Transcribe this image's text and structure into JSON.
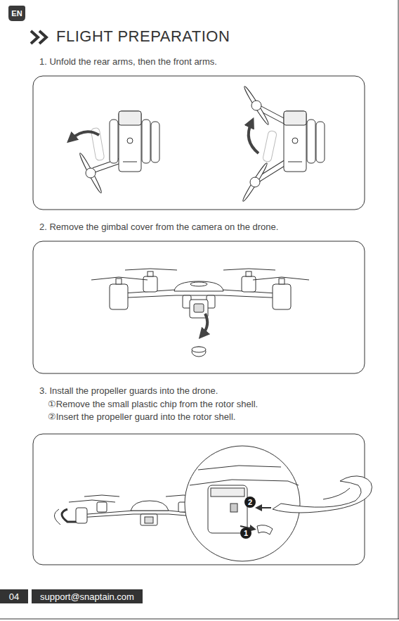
{
  "diagram": {
    "title": "FLIGHT PREPARATION",
    "nodes": [
      {
        "text": [
          "EN"
        ]
      },
      {
        "text": [
          "2"
        ]
      },
      {
        "text": [
          "1"
        ]
      },
      {
        "text": [
          "04"
        ]
      },
      {
        "text": [
          "support@snaptain.com"
        ]
      }
    ],
    "labels": [
      "1. Unfold the rear arms, then the front arms.",
      "2. Remove the gimbal cover from the camera on the drone.",
      "3. Install the propeller guards into the drone.",
      "①Remove the small plastic chip from the rotor shell.",
      "②Insert the propeller guard into the rotor shell."
    ]
  }
}
